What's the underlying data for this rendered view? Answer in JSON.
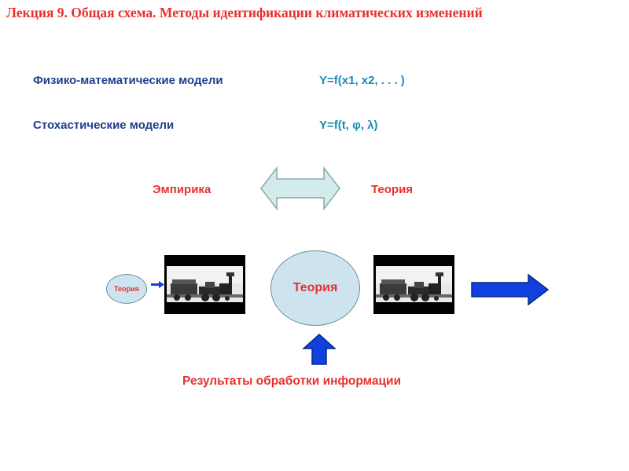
{
  "title": "Лекция 9. Общая схема. Методы идентификации климатических изменений",
  "models": [
    {
      "name": "Физико-математические модели",
      "formula": "Y=f(x1, x2, . . . )"
    },
    {
      "name": "Стохастические модели",
      "formula": "Y=f(t, φ, λ)"
    }
  ],
  "exchange": {
    "left": "Эмпирика",
    "right": "Теория"
  },
  "flow": {
    "small_theory": "Теория",
    "big_theory": "Теория",
    "results": "Результаты обработки информации"
  },
  "icons": {
    "double_arrow": "double-headed-arrow-icon",
    "train": "steam-locomotive-icon",
    "right_arrow": "right-arrow-icon",
    "up_arrow": "up-arrow-icon"
  },
  "colors": {
    "title": "#e8302f",
    "model_name": "#1f3d8c",
    "formula": "#1a8cb8",
    "arrow_blue": "#1040e0",
    "bubble_fill": "#cde4ef",
    "double_arrow_fill": "#d4ebec"
  }
}
